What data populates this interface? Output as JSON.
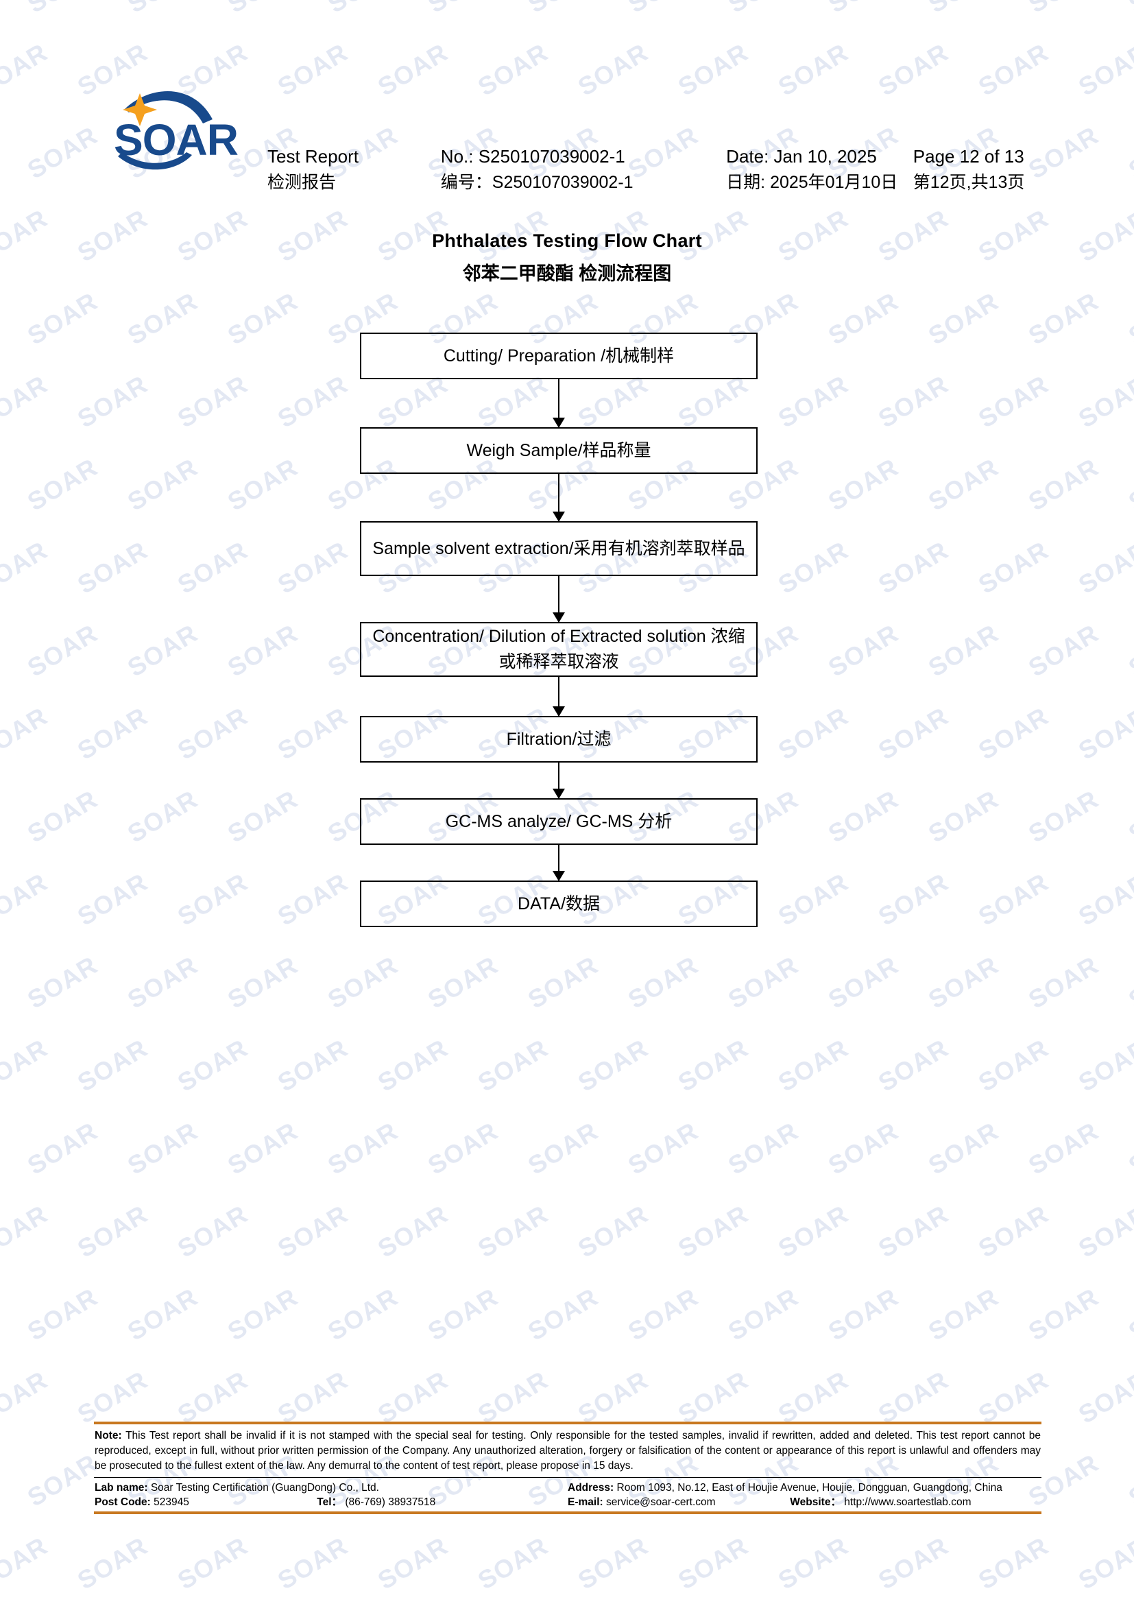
{
  "brand": {
    "name": "SOAR",
    "logo_blue": "#184A8C",
    "logo_orange": "#F5A01E",
    "watermark_text": "SOAR",
    "watermark_color": "#dfe5f2",
    "rule_color": "#C87820"
  },
  "header": {
    "report_label_en": "Test Report",
    "report_label_cn": "检测报告",
    "number_en": "No.: S250107039002-1",
    "number_cn": "编号：S250107039002-1",
    "date_en": "Date: Jan 10, 2025",
    "date_cn": "日期: 2025年01月10日",
    "page_en": "Page 12 of 13",
    "page_cn": "第12页,共13页"
  },
  "title": {
    "en": "Phthalates Testing Flow Chart",
    "cn": "邻苯二甲酸酯 检测流程图"
  },
  "flowchart": {
    "type": "flow-diagram",
    "orientation": "vertical",
    "steps": [
      {
        "text": "Cutting/ Preparation /机械制样",
        "lines": 1
      },
      {
        "text": "Weigh Sample/样品称量",
        "lines": 1
      },
      {
        "text": "Sample solvent extraction/采用有机溶剂萃取样品",
        "lines": 2
      },
      {
        "text": "Concentration/ Dilution of Extracted solution 浓缩或稀释萃取溶液",
        "lines": 2
      },
      {
        "text": "Filtration/过滤",
        "lines": 1
      },
      {
        "text": "GC-MS analyze/ GC-MS 分析",
        "lines": 1
      },
      {
        "text": "DATA/数据",
        "lines": 1
      }
    ]
  },
  "footer": {
    "note_label": "Note:",
    "note_text": "This Test report shall be invalid if it is not stamped with the special seal for testing. Only responsible for the tested samples, invalid if rewritten, added and deleted. This test report cannot be reproduced, except in full, without prior written permission of the Company.   Any unauthorized alteration, forgery or falsification of the content or appearance of this report is unlawful and offenders may be prosecuted to the fullest extent of the law. Any demurral to the content of test report, please propose in 15 days.",
    "lab_name_label": "Lab name:",
    "lab_name_value": "Soar Testing Certification (GuangDong) Co., Ltd.",
    "post_code_label": "Post Code:",
    "post_code_value": "523945",
    "tel_label": "Tel：",
    "tel_value": "(86-769) 38937518",
    "address_label": "Address:",
    "address_value": "Room 1093, No.12, East of Houjie Avenue, Houjie, Dongguan, Guangdong, China",
    "email_label": "E-mail:",
    "email_value": "service@soar-cert.com",
    "website_label": "Website：",
    "website_value": "http://www.soartestlab.com"
  }
}
